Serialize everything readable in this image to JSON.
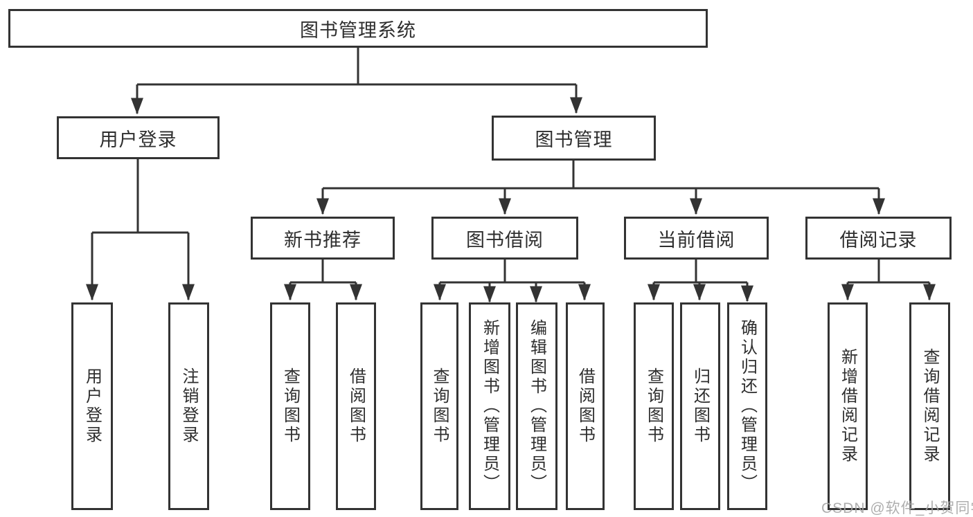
{
  "diagram": {
    "title": "图书管理系统",
    "colors": {
      "line": "#333333",
      "box_border": "#333333",
      "text": "#2e2e2e",
      "background": "#ffffff",
      "watermark": "#a6a6a6"
    },
    "nodes": {
      "root": {
        "label": "图书管理系统"
      },
      "userLogin": {
        "label": "用户登录"
      },
      "bookMgmt": {
        "label": "图书管理"
      },
      "newBookRec": {
        "label": "新书推荐"
      },
      "bookBorrow": {
        "label": "图书借阅"
      },
      "currentBorrow": {
        "label": "当前借阅"
      },
      "borrowRecords": {
        "label": "借阅记录"
      },
      "userLoginLeaf": {
        "label": "用户登录"
      },
      "logoutLeaf": {
        "label": "注销登录"
      },
      "nbQuery": {
        "label": "查询图书"
      },
      "nbBorrow": {
        "label": "借阅图书"
      },
      "bbQuery": {
        "label": "查询图书"
      },
      "bbAdd": {
        "label": "新增图书（管理员）"
      },
      "bbEdit": {
        "label": "编辑图书（管理员）"
      },
      "bbBorrow": {
        "label": "借阅图书"
      },
      "cbQuery": {
        "label": "查询图书"
      },
      "cbReturn": {
        "label": "归还图书"
      },
      "cbConfirm": {
        "label": "确认归还（管理员）"
      },
      "brAdd": {
        "label": "新增借阅记录"
      },
      "brQuery": {
        "label": "查询借阅记录"
      }
    },
    "hierarchy": {
      "root": [
        "userLogin",
        "bookMgmt"
      ],
      "userLogin": [
        "userLoginLeaf",
        "logoutLeaf"
      ],
      "bookMgmt": [
        "newBookRec",
        "bookBorrow",
        "currentBorrow",
        "borrowRecords"
      ],
      "newBookRec": [
        "nbQuery",
        "nbBorrow"
      ],
      "bookBorrow": [
        "bbQuery",
        "bbAdd",
        "bbEdit",
        "bbBorrow"
      ],
      "currentBorrow": [
        "cbQuery",
        "cbReturn",
        "cbConfirm"
      ],
      "borrowRecords": [
        "brAdd",
        "brQuery"
      ]
    }
  },
  "watermark": {
    "text": "CSDN @软件_小贺同学"
  }
}
